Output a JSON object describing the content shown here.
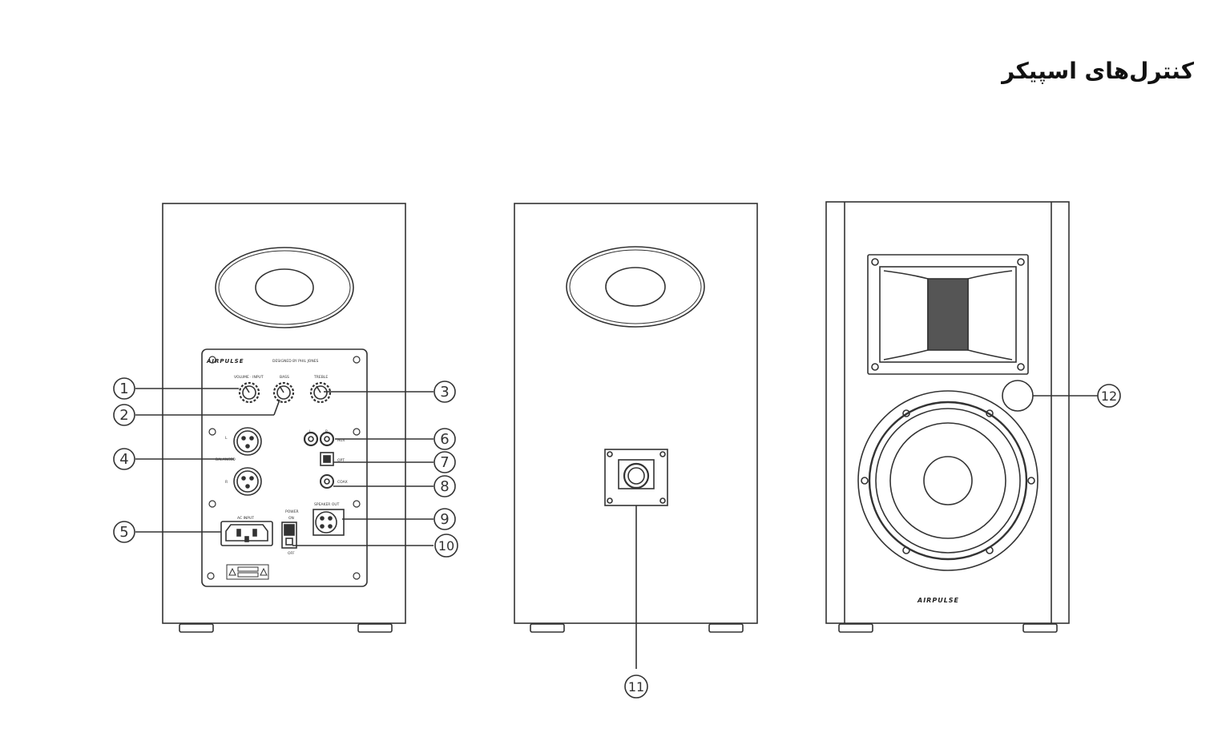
{
  "title": "کنترل‌های اسپیکر",
  "brand": "AIRPULSE",
  "panel_labels": {
    "designed_by": "DESIGNED BY PHIL JONES",
    "volume": "VOLUME · INPUT",
    "bass": "BASS",
    "treble": "TREBLE",
    "balanced": "BALANCED",
    "l": "L",
    "r": "R",
    "aux": "AUX",
    "opt": "OPT",
    "coax": "COAX",
    "speaker_out": "SPEAKER OUT",
    "ac_input": "AC INPUT",
    "power": "POWER",
    "on": "ON",
    "off": "OFF"
  },
  "callouts": [
    "1",
    "2",
    "3",
    "4",
    "5",
    "6",
    "7",
    "8",
    "9",
    "10",
    "11",
    "12"
  ],
  "colors": {
    "line": "#333333",
    "background": "#ffffff"
  }
}
